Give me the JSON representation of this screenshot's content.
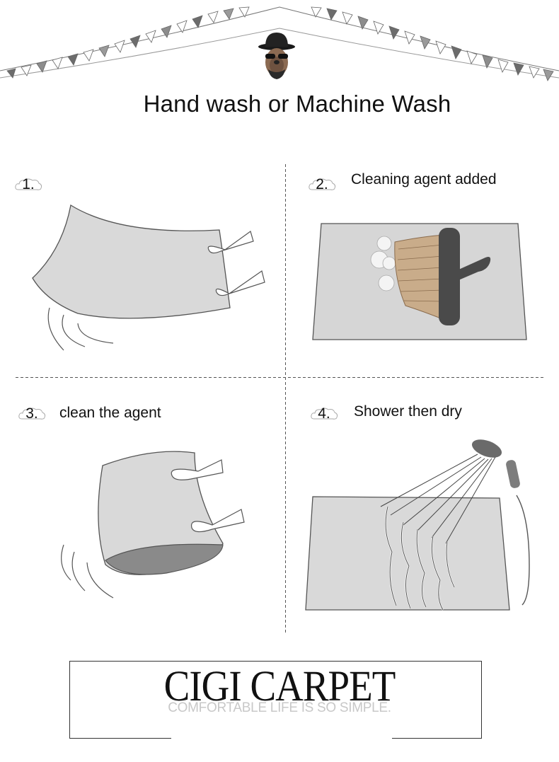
{
  "title": "Hand wash or Machine Wash",
  "steps": [
    {
      "number": "1.",
      "label": ""
    },
    {
      "number": "2.",
      "label": "Cleaning agent added"
    },
    {
      "number": "3.",
      "label": "clean the agent"
    },
    {
      "number": "4.",
      "label": "Shower then dry"
    }
  ],
  "brand": {
    "name": "CIGI CARPET",
    "tagline": "COMFORTABLE LIFE IS SO SIMPLE."
  },
  "icons": [
    "bunting-banner",
    "gentleman-pug-mascot-icon",
    "carpet-shake-illustration",
    "brush-scrub-illustration",
    "carpet-fold-illustration",
    "shower-rinse-illustration"
  ],
  "colors": {
    "carpet_fill": "#d9d9d9",
    "carpet_dark": "#8a8a8a",
    "outline": "#555555",
    "tagline": "#c8c8c8"
  }
}
